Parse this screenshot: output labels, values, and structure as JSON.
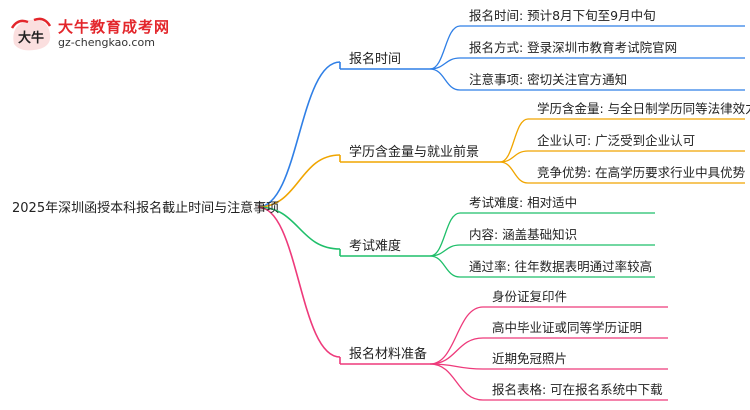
{
  "logo": {
    "title": "大牛教育成考网",
    "url": "gz-chengkao.com",
    "mark_text": "大牛"
  },
  "mindmap": {
    "root": "2025年深圳函授本科报名截止时间与注意事项",
    "branches": [
      {
        "label": "报名时间",
        "color": "#2f7fe6",
        "children": [
          "报名时间: 预计8月下旬至9月中旬",
          "报名方式: 登录深圳市教育考试院官网",
          "注意事项: 密切关注官方通知"
        ]
      },
      {
        "label": "学历含金量与就业前景",
        "color": "#f0a500",
        "children": [
          "学历含金量: 与全日制学历同等法律效力",
          "企业认可: 广泛受到企业认可",
          "竞争优势: 在高学历要求行业中具优势"
        ]
      },
      {
        "label": "考试难度",
        "color": "#1fbf6a",
        "children": [
          "考试难度: 相对适中",
          "内容: 涵盖基础知识",
          "通过率: 往年数据表明通过率较高"
        ]
      },
      {
        "label": "报名材料准备",
        "color": "#ee3a7b",
        "children": [
          "身份证复印件",
          "高中毕业证或同等学历证明",
          "近期免冠照片",
          "报名表格: 可在报名系统中下载"
        ]
      }
    ]
  }
}
